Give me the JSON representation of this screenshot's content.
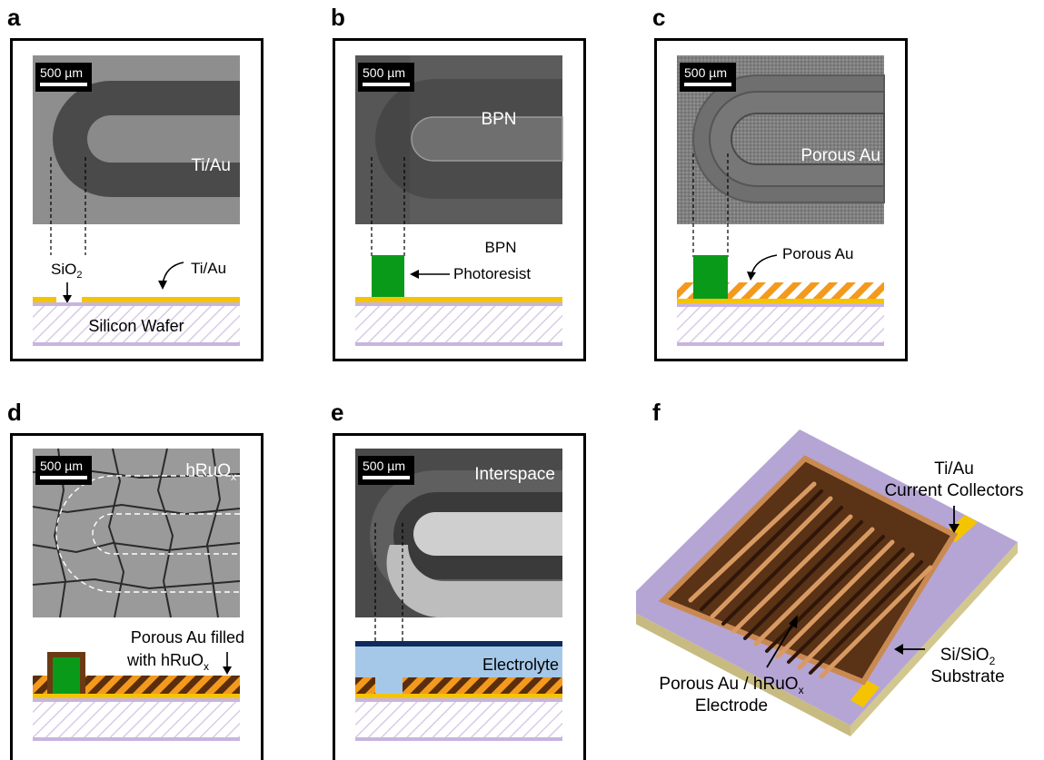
{
  "panels": {
    "a": {
      "label": "a",
      "scale": "500 µm",
      "photo_label": "Ti/Au",
      "sio2_prefix": "SiO",
      "sio2_sub": "2",
      "tiau_label": "Ti/Au",
      "wafer_label": "Silicon Wafer"
    },
    "b": {
      "label": "b",
      "scale": "500 µm",
      "photo_label": "BPN",
      "bpn_label": "BPN",
      "photoresist_label": "Photoresist"
    },
    "c": {
      "label": "c",
      "scale": "500 µm",
      "photo_label": "Porous Au",
      "porous_label": "Porous Au"
    },
    "d": {
      "label": "d",
      "scale": "500 µm",
      "photo_label_prefix": "hRuO",
      "photo_label_sub": "x",
      "fill_line1": "Porous Au filled",
      "fill_line2_prefix": "with hRuO",
      "fill_line2_sub": "x"
    },
    "e": {
      "label": "e",
      "scale": "500 µm",
      "photo_label": "Interspace",
      "electrolyte_label": "Electrolyte"
    },
    "f": {
      "label": "f",
      "collectors_line1": "Ti/Au",
      "collectors_line2": "Current Collectors",
      "electrode_line1_prefix": "Porous Au / hRuO",
      "electrode_line1_sub": "x",
      "electrode_line2": "Electrode",
      "substrate_line1_prefix": "Si/SiO",
      "substrate_line1_sub": "2",
      "substrate_line2": "Substrate"
    }
  },
  "colors": {
    "gold": "#f5c400",
    "green": "#0a9a1a",
    "lavender": "#c8b4de",
    "electrolyte": "#a6c8e8",
    "electrolyte_top": "#0e2a5e",
    "brown": "#6b3a12",
    "copper": "#c98a52"
  }
}
